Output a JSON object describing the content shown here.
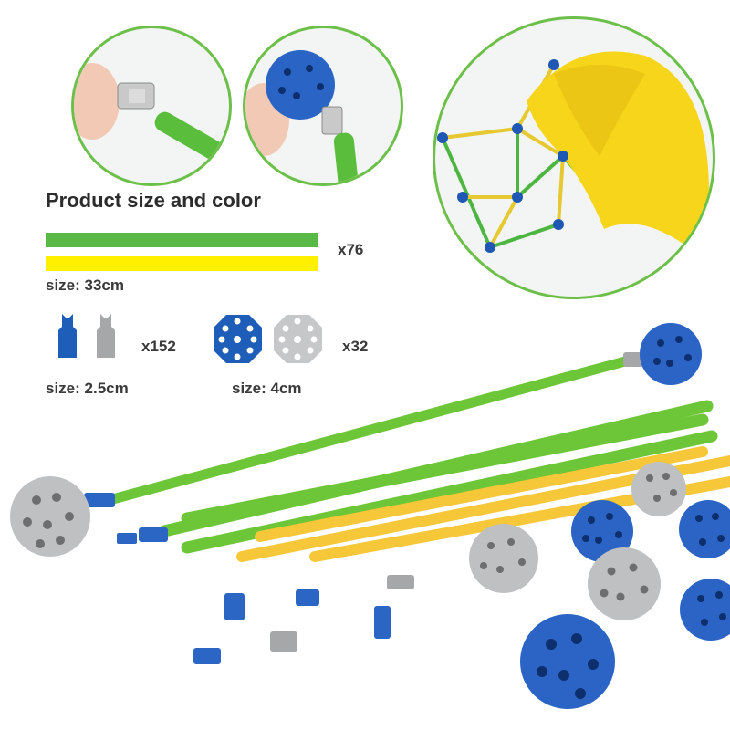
{
  "heading": "Product size and color",
  "rods": {
    "count": "x76",
    "size": "size: 33cm",
    "colors": [
      "#58b947",
      "#fff000"
    ]
  },
  "connectors": {
    "count": "x152",
    "size": "size: 2.5cm",
    "colors": [
      "#1e5db8",
      "#a6a7a9"
    ]
  },
  "balls": {
    "count": "x32",
    "size": "size: 4cm",
    "colors": [
      "#1e5db8",
      "#c6c7c8"
    ]
  },
  "icons": [
    "connector-icon",
    "ball-icon",
    "fort-tent-icon"
  ]
}
